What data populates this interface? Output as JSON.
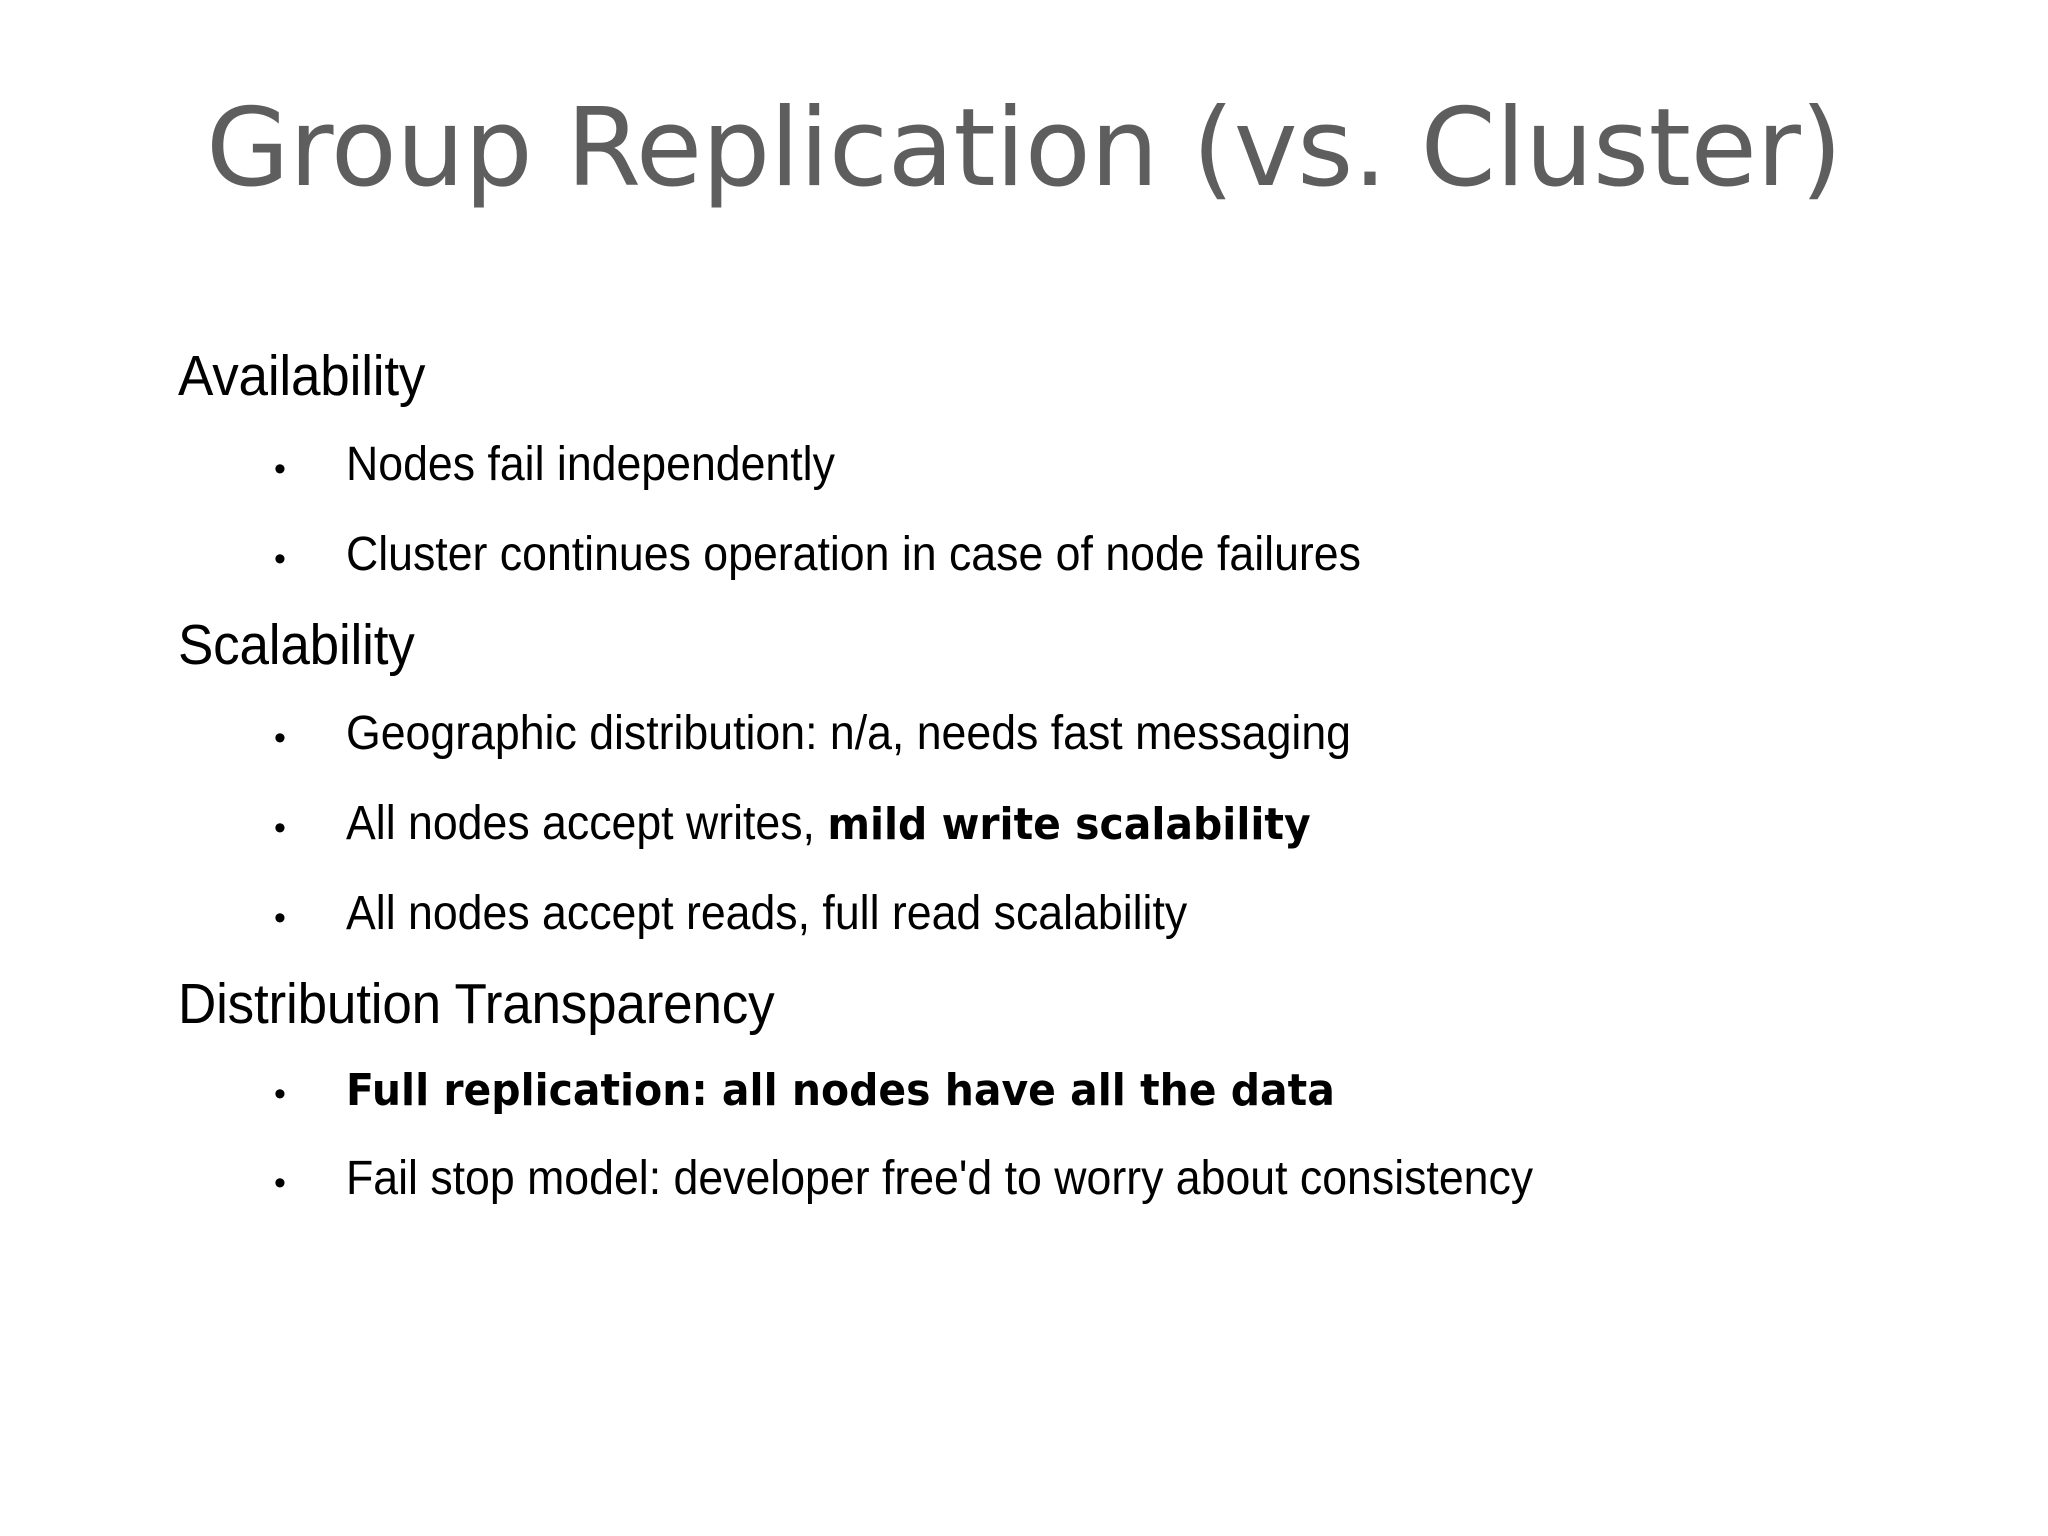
{
  "slide": {
    "title": "Group Replication (vs. Cluster)",
    "title_color": "#5e5e5e",
    "background_color": "#ffffff",
    "body_color": "#000000",
    "bullet_glyph": "•",
    "sections": [
      {
        "heading": "Availability",
        "bullets": [
          {
            "text": "Nodes fail independently",
            "bold": false
          },
          {
            "text": "Cluster continues operation in case of node failures",
            "bold": false
          }
        ]
      },
      {
        "heading": "Scalability",
        "bullets": [
          {
            "text": "Geographic distribution: n/a, needs fast messaging",
            "bold": false
          },
          {
            "lead": "All nodes accept writes, ",
            "emphasis": "mild write scalability",
            "bold": false
          },
          {
            "text": "All nodes accept reads, full read scalability",
            "bold": false
          }
        ]
      },
      {
        "heading": "Distribution Transparency",
        "bullets": [
          {
            "text": "Full replication: all nodes have all the data",
            "bold": true
          },
          {
            "text": "Fail stop model: developer free'd to worry about consistency",
            "bold": false
          }
        ]
      }
    ]
  }
}
